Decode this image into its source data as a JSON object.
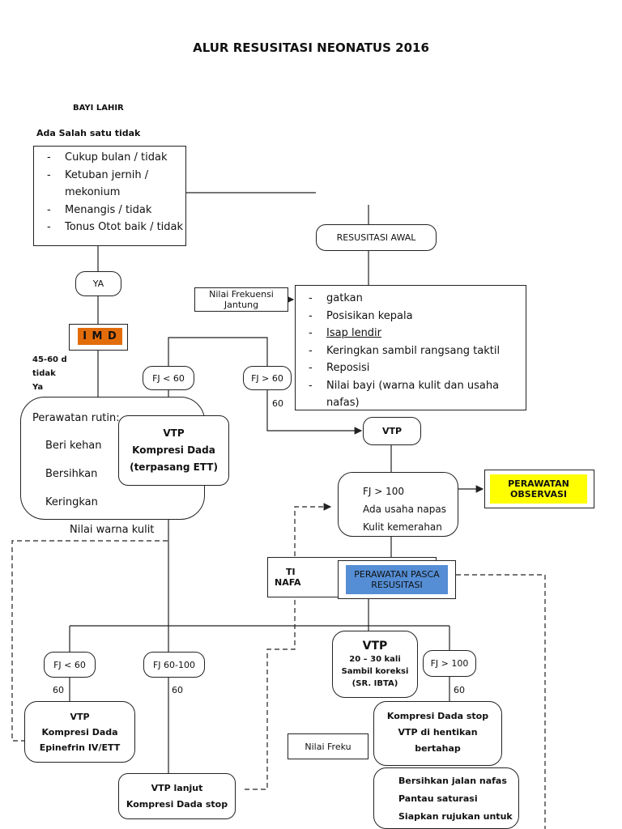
{
  "title": "ALUR RESUSITASI NEONATUS 2016",
  "bayi_lahir": "BAYI LAHIR",
  "ada_salah": "Ada Salah satu tidak",
  "criteria": [
    "Cukup bulan / tidak",
    "Ketuban jernih /",
    "mekonium",
    "Menangis  / tidak",
    "Tonus Otot baik / tidak"
  ],
  "ya": "YA",
  "imd": "I M D",
  "side_notes": [
    "45-60 d",
    "tidak",
    "Ya"
  ],
  "resusitasi_awal": "RESUSITASI AWAL",
  "nilai_fj": "Nilai Frekuensi Jantung",
  "awal_steps": [
    "gatkan",
    "Posisikan kepala",
    "Isap lendir",
    "Keringkan sambil rangsang taktil",
    "Reposisi",
    "Nilai bayi (warna kulit dan usaha nafas)"
  ],
  "fj_lt60": "FJ < 60",
  "fj_gt60": "FJ > 60",
  "sixty": "60",
  "vtp": "VTP",
  "perawatan_rutin": {
    "title": "Perawatan rutin:",
    "items": [
      "Beri kehan",
      "Bersihkan",
      "Keringkan"
    ],
    "nilai": "Nilai warna kulit"
  },
  "vtp_kompresi": [
    "VTP",
    "Kompresi Dada",
    "(terpasang ETT)"
  ],
  "fj_gt100_box": [
    "FJ > 100",
    "Ada usaha napas",
    "Kulit kemerahan"
  ],
  "observasi": "PERAWATAN OBSERVASI",
  "tidak_nafas": [
    "TI",
    "NAFA"
  ],
  "pasca": "PERAWATAN PASCA RESUSITASI",
  "vtp2030": [
    "VTP",
    "20 – 30 kali",
    "Sambil koreksi",
    "(SR. IBTA)"
  ],
  "fj_gt100": "FJ > 100",
  "fj_60_100": "FJ 60-100",
  "epinefrin": [
    "VTP",
    "Kompresi Dada",
    "Epinefrin IV/ETT"
  ],
  "vtp_lanjut": [
    "VTP lanjut",
    "Kompresi Dada stop"
  ],
  "nilai_freku": "Nilai Freku",
  "kompresi_stop": [
    "Kompresi Dada stop",
    "VTP di hentikan",
    "bertahap"
  ],
  "final_steps": [
    "Bersihkan jalan nafas",
    "Pantau saturasi",
    "Siapkan rujukan untuk"
  ],
  "colors": {
    "imd": "#e36c0a",
    "observasi": "#ffff00",
    "pasca": "#558ed5"
  }
}
